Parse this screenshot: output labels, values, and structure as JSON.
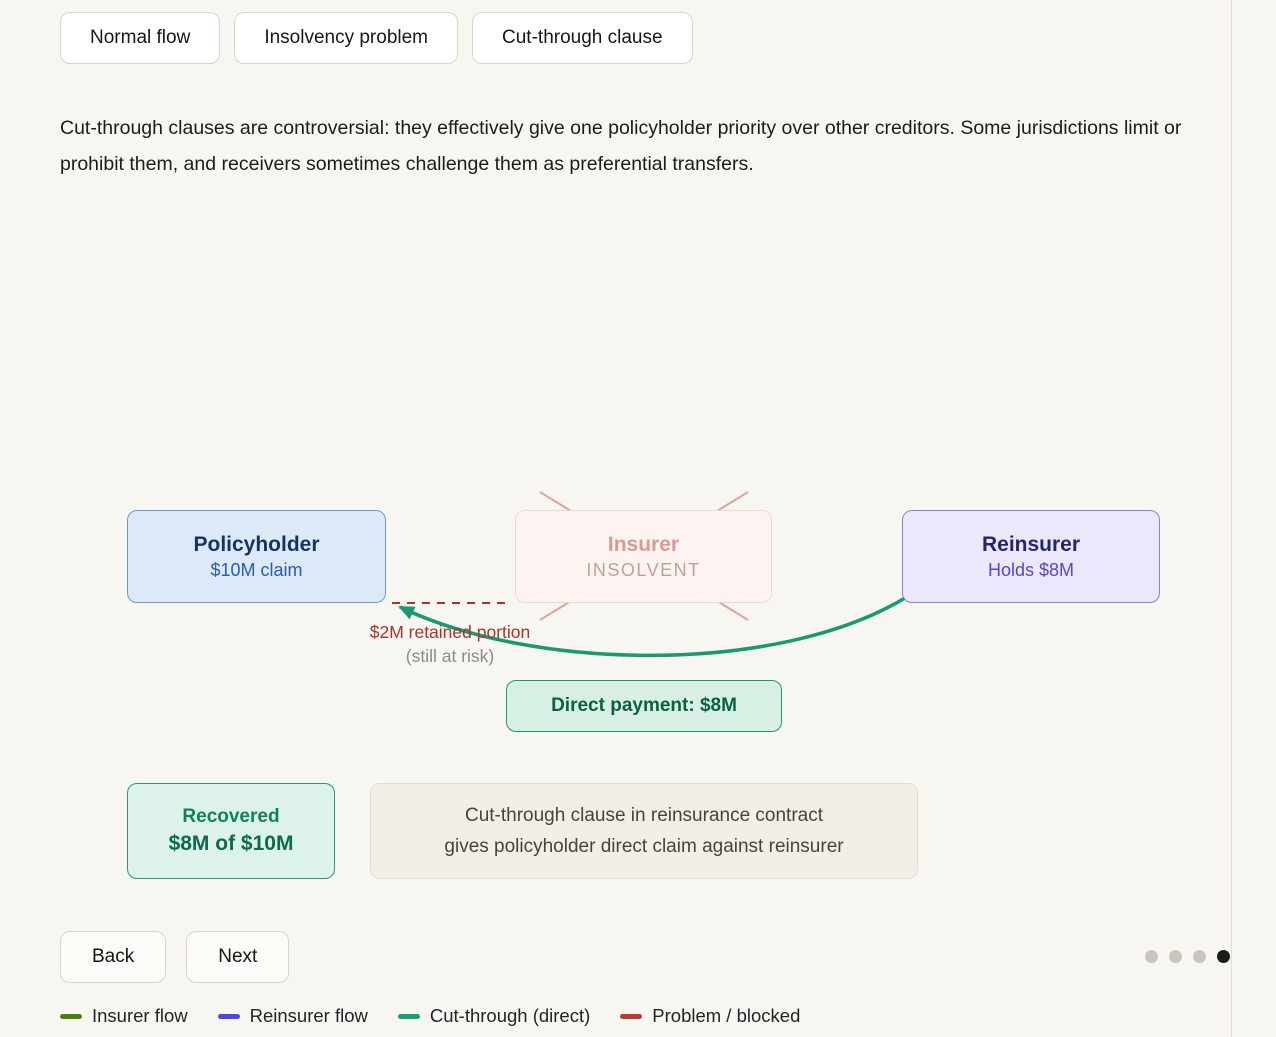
{
  "tabs": [
    {
      "label": "Normal flow"
    },
    {
      "label": "Insolvency problem"
    },
    {
      "label": "Cut-through clause"
    }
  ],
  "description": "Cut-through clauses are controversial: they effectively give one policyholder priority over other creditors. Some jurisdictions limit or prohibit them, and receivers sometimes challenge them as preferential transfers.",
  "diagram": {
    "policyholder": {
      "title": "Policyholder",
      "subtitle": "$10M claim"
    },
    "insurer": {
      "title": "Insurer",
      "subtitle": "INSOLVENT"
    },
    "reinsurer": {
      "title": "Reinsurer",
      "subtitle": "Holds $8M"
    },
    "retained": {
      "label": "$2M retained portion",
      "sublabel": "(still at risk)"
    },
    "direct_payment_label": "Direct payment: $8M",
    "recovered": {
      "title": "Recovered",
      "amount": "$8M of $10M"
    },
    "note_line1": "Cut-through clause in reinsurance contract",
    "note_line2": "gives policyholder direct claim against reinsurer"
  },
  "nav": {
    "back_label": "Back",
    "next_label": "Next"
  },
  "stepper": {
    "total_dots": 4,
    "active_dot": 4
  },
  "legend": [
    {
      "label": "Insurer flow",
      "color": "#4d7c0f"
    },
    {
      "label": "Reinsurer flow",
      "color": "#4f46e5"
    },
    {
      "label": "Cut-through (direct)",
      "color": "#15a077"
    },
    {
      "label": "Problem / blocked",
      "color": "#bb3a2e"
    }
  ],
  "colors": {
    "background": "#f8f6f1",
    "cut_through_green": "#18996f",
    "problem_red": "#a8332e",
    "policyholder_blue": "#2a5ca8",
    "reinsurer_purple": "#5548c8",
    "insolvent_pink": "#d89b94"
  }
}
